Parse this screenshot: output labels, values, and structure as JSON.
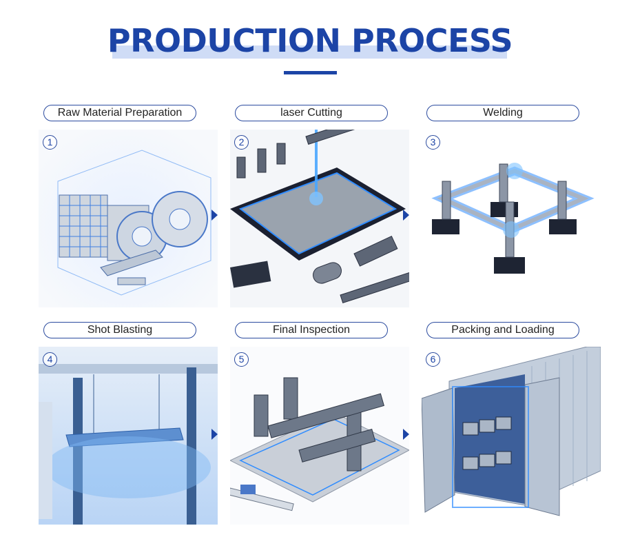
{
  "header": {
    "title": "PRODUCTION PROCESS"
  },
  "steps": [
    {
      "number": "1",
      "label": "Raw Material Preparation"
    },
    {
      "number": "2",
      "label": "laser Cutting"
    },
    {
      "number": "3",
      "label": "Welding"
    },
    {
      "number": "4",
      "label": "Shot Blasting"
    },
    {
      "number": "5",
      "label": "Final Inspection"
    },
    {
      "number": "6",
      "label": "Packing and Loading"
    }
  ],
  "colors": {
    "brand_blue": "#1c44a6",
    "band": "#cfdcf6",
    "glow": "#2f8cff"
  },
  "icons": [
    "next-step-arrow-icon"
  ]
}
